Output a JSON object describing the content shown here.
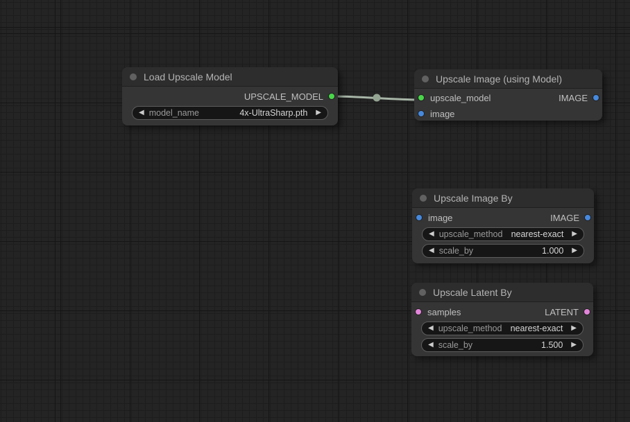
{
  "colors": {
    "model_port": "#49d649",
    "image_port": "#4689dd",
    "latent_port": "#e285da",
    "link": "#a7b5a7",
    "link_midpoint": "#93a493"
  },
  "glyphs": {
    "left_arrow": "◀",
    "right_arrow": "▶"
  },
  "nodes": [
    {
      "title": "Load Upscale Model",
      "outputs": [
        {
          "name": "UPSCALE_MODEL"
        }
      ],
      "widgets": [
        {
          "label": "model_name",
          "value": "4x-UltraSharp.pth"
        }
      ]
    },
    {
      "title": "Upscale Image (using Model)",
      "inputs": [
        {
          "name": "upscale_model"
        },
        {
          "name": "image"
        }
      ],
      "outputs": [
        {
          "name": "IMAGE"
        }
      ]
    },
    {
      "title": "Upscale Image By",
      "inputs": [
        {
          "name": "image"
        }
      ],
      "outputs": [
        {
          "name": "IMAGE"
        }
      ],
      "widgets": [
        {
          "label": "upscale_method",
          "value": "nearest-exact"
        },
        {
          "label": "scale_by",
          "value": "1.000"
        }
      ]
    },
    {
      "title": "Upscale Latent By",
      "inputs": [
        {
          "name": "samples"
        }
      ],
      "outputs": [
        {
          "name": "LATENT"
        }
      ],
      "widgets": [
        {
          "label": "upscale_method",
          "value": "nearest-exact"
        },
        {
          "label": "scale_by",
          "value": "1.500"
        }
      ]
    }
  ]
}
